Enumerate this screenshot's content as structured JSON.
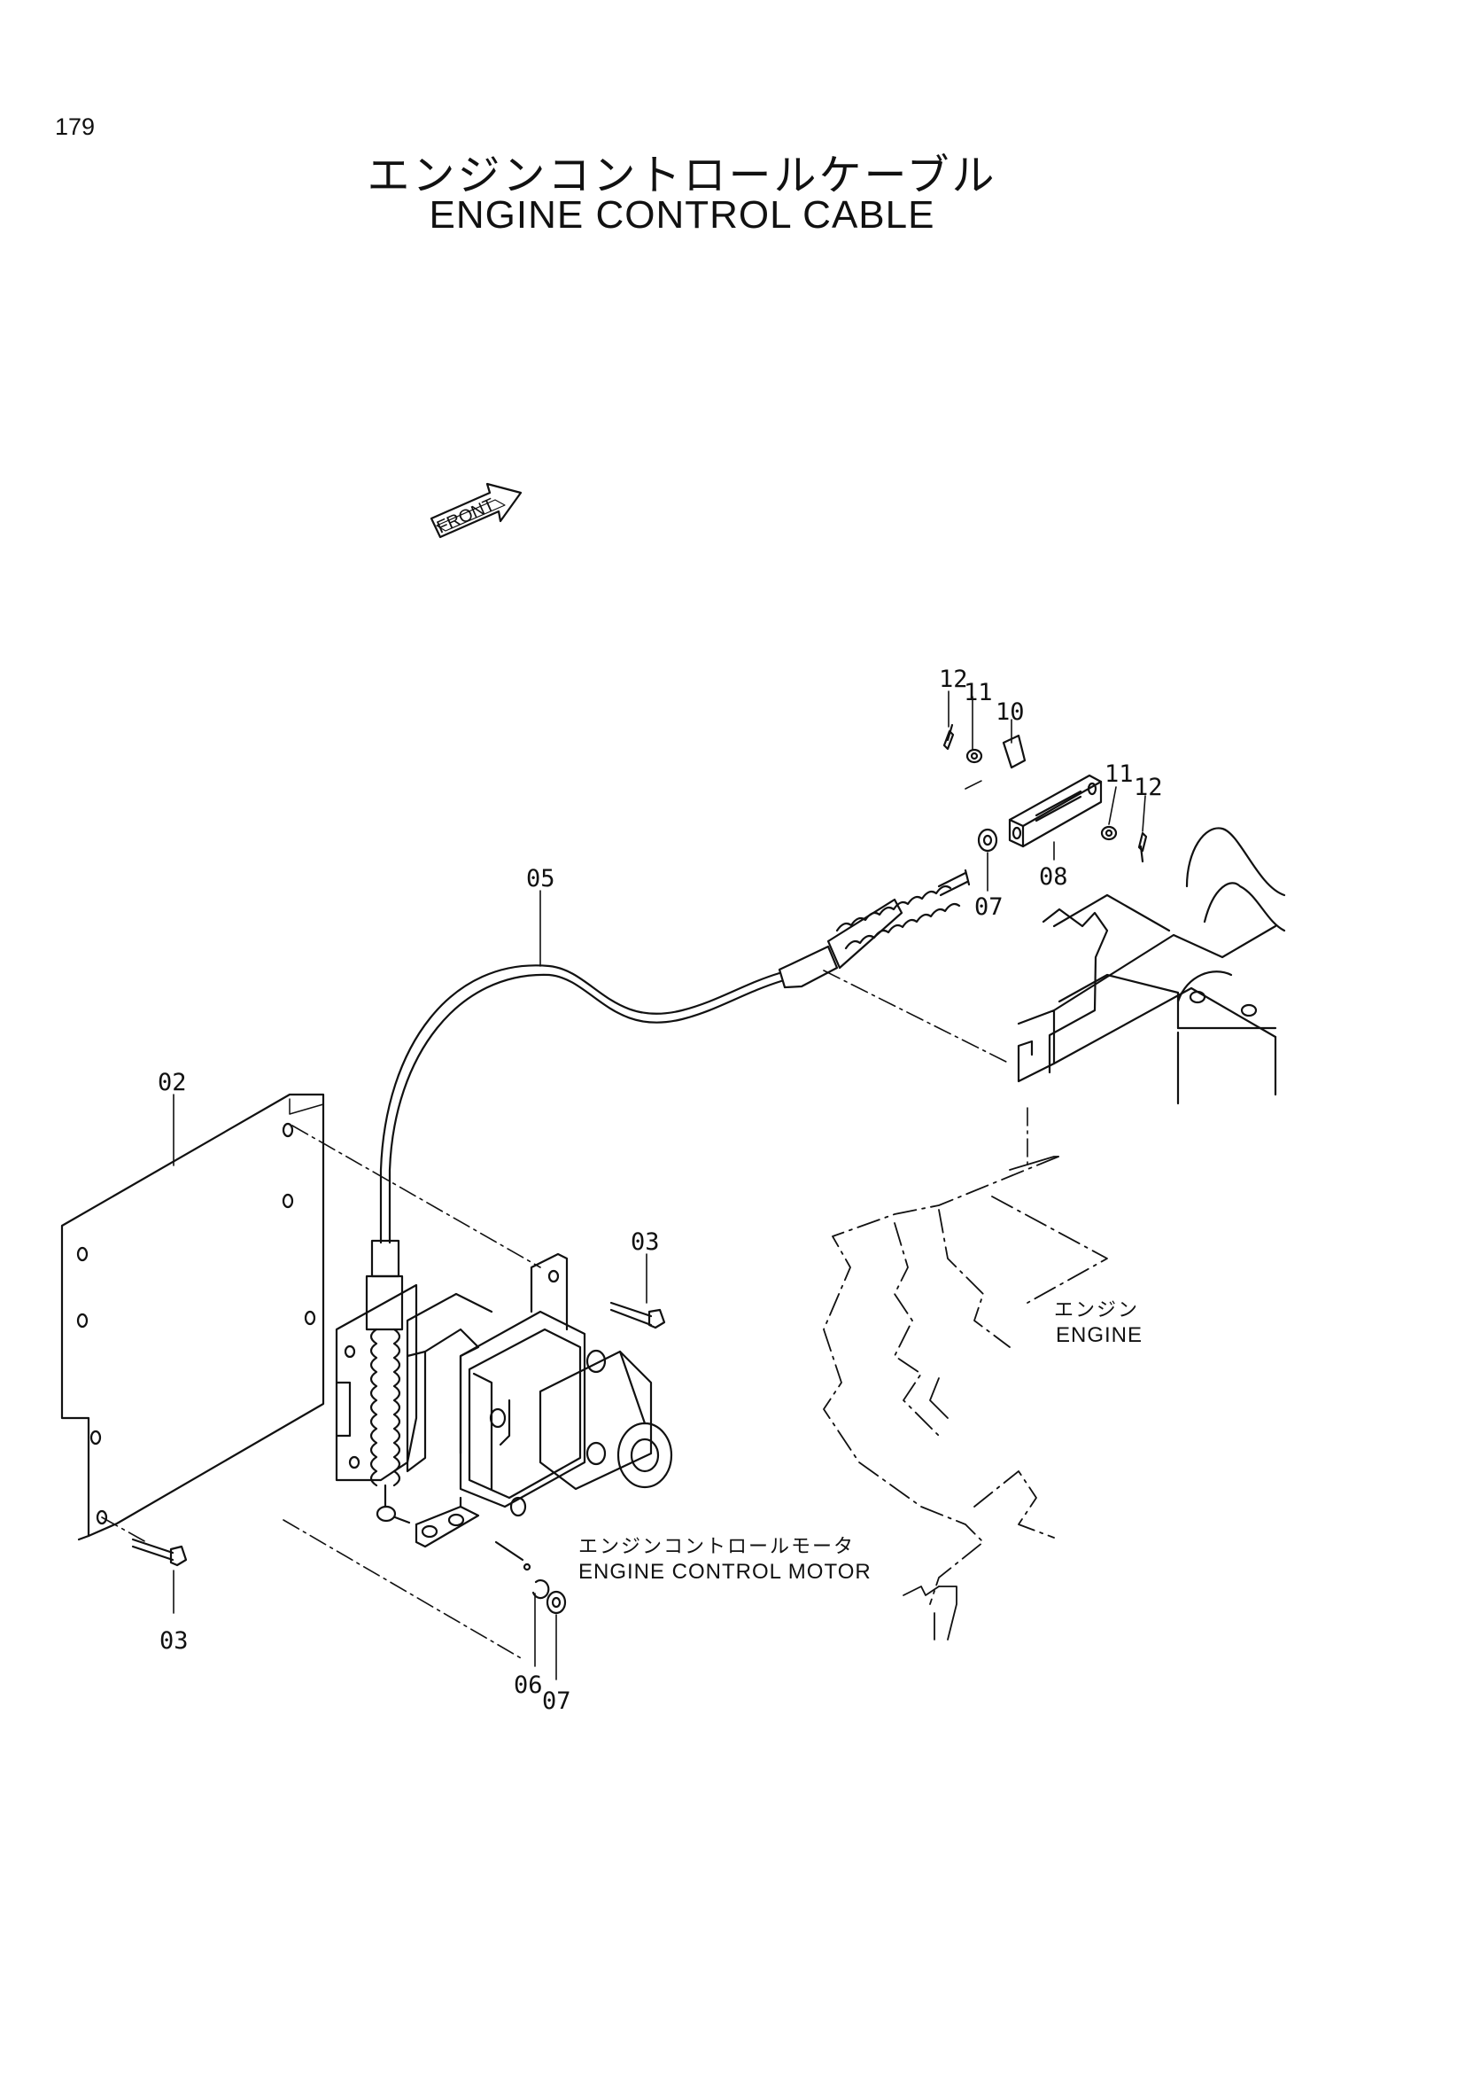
{
  "page_number": "179",
  "title": {
    "japanese": "エンジンコントロールケーブル",
    "english": "ENGINE CONTROL CABLE"
  },
  "front_marker": "FRONT",
  "components": {
    "engine": {
      "japanese": "エンジン",
      "english": "ENGINE"
    },
    "motor": {
      "japanese": "エンジンコントロールモータ",
      "english": "ENGINE CONTROL MOTOR"
    }
  },
  "callouts": [
    "12",
    "11",
    "10",
    "11",
    "12",
    "08",
    "07",
    "05",
    "02",
    "03",
    "03",
    "06",
    "07"
  ]
}
